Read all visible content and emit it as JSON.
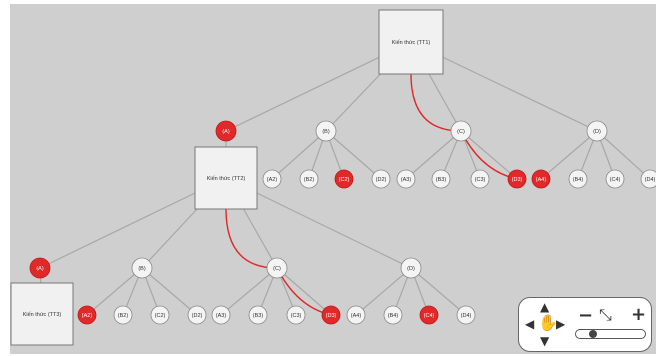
{
  "diagram": {
    "colors": {
      "background": "#cfcfcf",
      "edge": "#a8a8a8",
      "highlight": "#e02a2a",
      "node_fill": "#f4f4f4",
      "node_stroke": "#888888"
    },
    "boxes": [
      {
        "id": "tt1",
        "label": "Kiến thức (TT1)"
      },
      {
        "id": "tt2",
        "label": "Kiến thức (TT2)"
      },
      {
        "id": "tt3",
        "label": "Kiến thức (TT3)"
      }
    ],
    "nodes": [
      {
        "id": "n_a1",
        "label": "(A)",
        "highlighted": true
      },
      {
        "id": "n_b1",
        "label": "(B)",
        "highlighted": false
      },
      {
        "id": "n_c1",
        "label": "(C)",
        "highlighted": false
      },
      {
        "id": "n_d1",
        "label": "(D)",
        "highlighted": false
      },
      {
        "id": "l_a2",
        "label": "(A2)",
        "highlighted": false
      },
      {
        "id": "l_b2",
        "label": "(B2)",
        "highlighted": false
      },
      {
        "id": "l_c2",
        "label": "(C2)",
        "highlighted": true
      },
      {
        "id": "l_d2",
        "label": "(D2)",
        "highlighted": false
      },
      {
        "id": "l_a3",
        "label": "(A3)",
        "highlighted": false
      },
      {
        "id": "l_b3",
        "label": "(B3)",
        "highlighted": false
      },
      {
        "id": "l_c3",
        "label": "(C3)",
        "highlighted": false
      },
      {
        "id": "l_d3",
        "label": "(D3)",
        "highlighted": true
      },
      {
        "id": "l_a4",
        "label": "(A4)",
        "highlighted": true
      },
      {
        "id": "l_b4",
        "label": "(B4)",
        "highlighted": false
      },
      {
        "id": "l_c4",
        "label": "(C4)",
        "highlighted": false
      },
      {
        "id": "l_d4",
        "label": "(D4)",
        "highlighted": false
      },
      {
        "id": "n_a2",
        "label": "(A)",
        "highlighted": true
      },
      {
        "id": "n_b2",
        "label": "(B)",
        "highlighted": false
      },
      {
        "id": "n_c2",
        "label": "(C)",
        "highlighted": false
      },
      {
        "id": "n_d2",
        "label": "(D)",
        "highlighted": false
      },
      {
        "id": "m_a2",
        "label": "(A2)",
        "highlighted": true
      },
      {
        "id": "m_b2",
        "label": "(B2)",
        "highlighted": false
      },
      {
        "id": "m_c2",
        "label": "(C2)",
        "highlighted": false
      },
      {
        "id": "m_d2",
        "label": "(D2)",
        "highlighted": false
      },
      {
        "id": "m_a3",
        "label": "(A3)",
        "highlighted": false
      },
      {
        "id": "m_b3",
        "label": "(B3)",
        "highlighted": false
      },
      {
        "id": "m_c3",
        "label": "(C3)",
        "highlighted": false
      },
      {
        "id": "m_d3",
        "label": "(D3)",
        "highlighted": true
      },
      {
        "id": "m_a4",
        "label": "(A4)",
        "highlighted": false
      },
      {
        "id": "m_b4",
        "label": "(B4)",
        "highlighted": false
      },
      {
        "id": "m_c4",
        "label": "(C4)",
        "highlighted": true
      },
      {
        "id": "m_d4",
        "label": "(D4)",
        "highlighted": false
      }
    ],
    "edges": [
      [
        "tt1",
        "n_a1"
      ],
      [
        "tt1",
        "n_b1"
      ],
      [
        "tt1",
        "n_c1"
      ],
      [
        "tt1",
        "n_d1"
      ],
      [
        "n_a1",
        "tt2"
      ],
      [
        "n_b1",
        "l_a2"
      ],
      [
        "n_b1",
        "l_b2"
      ],
      [
        "n_b1",
        "l_c2"
      ],
      [
        "n_b1",
        "l_d2"
      ],
      [
        "n_c1",
        "l_a3"
      ],
      [
        "n_c1",
        "l_b3"
      ],
      [
        "n_c1",
        "l_c3"
      ],
      [
        "n_c1",
        "l_d3"
      ],
      [
        "n_d1",
        "l_a4"
      ],
      [
        "n_d1",
        "l_b4"
      ],
      [
        "n_d1",
        "l_c4"
      ],
      [
        "n_d1",
        "l_d4"
      ],
      [
        "tt2",
        "n_a2"
      ],
      [
        "tt2",
        "n_b2"
      ],
      [
        "tt2",
        "n_c2"
      ],
      [
        "tt2",
        "n_d2"
      ],
      [
        "n_a2",
        "tt3"
      ],
      [
        "n_b2",
        "m_a2"
      ],
      [
        "n_b2",
        "m_b2"
      ],
      [
        "n_b2",
        "m_c2"
      ],
      [
        "n_b2",
        "m_d2"
      ],
      [
        "n_c2",
        "m_a3"
      ],
      [
        "n_c2",
        "m_b3"
      ],
      [
        "n_c2",
        "m_c3"
      ],
      [
        "n_c2",
        "m_d3"
      ],
      [
        "n_d2",
        "m_a4"
      ],
      [
        "n_d2",
        "m_b4"
      ],
      [
        "n_d2",
        "m_c4"
      ],
      [
        "n_d2",
        "m_d4"
      ]
    ],
    "highlight_paths": [
      [
        "tt1",
        "n_c1",
        "l_d3"
      ],
      [
        "tt2",
        "n_c2",
        "m_d3"
      ]
    ]
  },
  "navigator": {
    "pan_icon": "hand-pan-icon",
    "zoom_out_label": "−",
    "zoom_in_label": "+",
    "fit_icon": "fit-arrows-icon",
    "zoom_level": 0.2
  }
}
